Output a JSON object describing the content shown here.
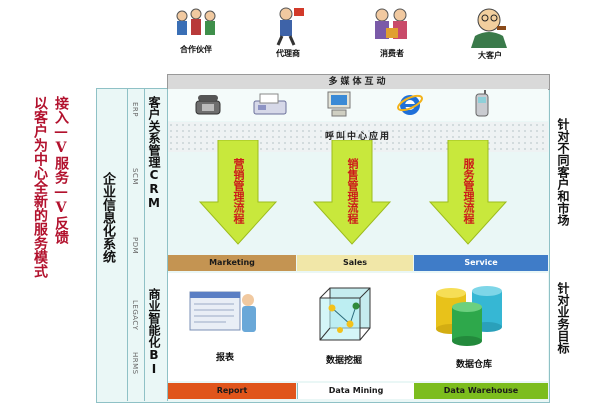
{
  "top_people": [
    {
      "label": "合作伙伴",
      "icon": "partners-icon"
    },
    {
      "label": "代理商",
      "icon": "agent-icon"
    },
    {
      "label": "消费者",
      "icon": "consumers-icon"
    },
    {
      "label": "大客户",
      "icon": "key-account-icon"
    }
  ],
  "left_slogan": {
    "line1": "以客户为中心全新的服务模式",
    "line2": "接入—V服务—V反馈"
  },
  "multimedia": "多媒体互动",
  "callcenter": "呼叫中心应用",
  "side_vertical": "企业信息化系统",
  "sub_columns": [
    "ERP",
    "SCM",
    "PDM",
    "LEGACY",
    "HRMS"
  ],
  "crm_label": "客户关系管理CRM",
  "bi_label": "商业智能化BI",
  "arrows": [
    {
      "text": "营销管理流程",
      "bar": "Marketing",
      "bar_color": "#c49452"
    },
    {
      "text": "销售管理流程",
      "bar": "Sales",
      "bar_color": "#f1e7a8"
    },
    {
      "text": "服务管理流程",
      "bar": "Service",
      "bar_color": "#3f7cc8"
    }
  ],
  "bi_items": [
    {
      "text": "报表",
      "icon": "report-icon",
      "bar": "Report",
      "bar_color": "#e0551b"
    },
    {
      "text": "数据挖掘",
      "icon": "data-mining-cube-icon",
      "bar": "Data Mining",
      "bar_color": "#ffffff"
    },
    {
      "text": "数据仓库",
      "icon": "data-warehouse-icon",
      "bar": "Data Warehouse",
      "bar_color": "#7cbd1e"
    }
  ],
  "right_top": "针对不同客户和市场",
  "right_bottom": "针对业务目标",
  "devices": [
    "telephone-icon",
    "fax-icon",
    "computer-icon",
    "internet-explorer-icon",
    "mobile-phone-icon"
  ],
  "colors": {
    "accent_red": "#b2112d",
    "arrow_green": "#c8e83c",
    "frame": "#8fc1c6"
  }
}
